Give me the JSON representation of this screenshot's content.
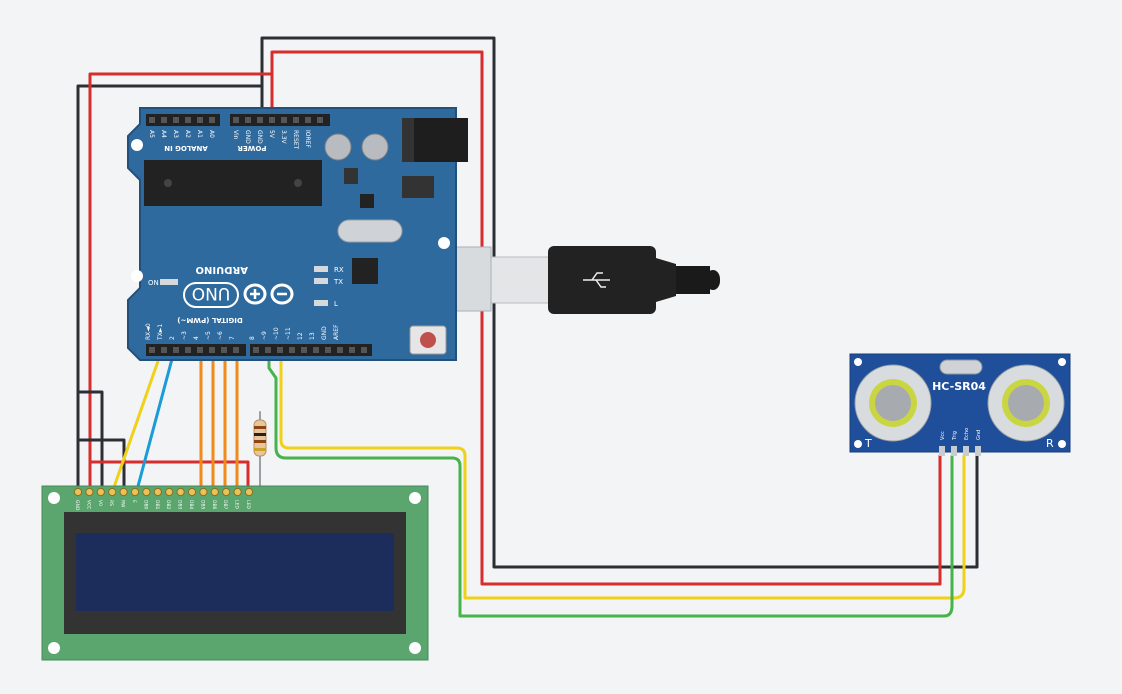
{
  "colors": {
    "background": "#f2f4f6",
    "board_blue": "#2f6a9f",
    "board_edge": "#23507a",
    "lcd_green": "#5aa66e",
    "lcd_screen": "#1c2d5b",
    "sensor_blue": "#1f4f9a",
    "wire_red": "#d62d2d",
    "wire_black": "#2b2f33",
    "wire_yellow": "#f0d11a",
    "wire_green": "#48b24b",
    "wire_blue": "#1b9bd7",
    "wire_orange": "#ef8a1b"
  },
  "arduino": {
    "brand": "ARDUINO",
    "model": "UNO",
    "on_label": "ON",
    "tx_label": "TX",
    "rx_label": "RX",
    "l_label": "L",
    "analog_header_label": "ANALOG IN",
    "power_header_label": "POWER",
    "digital_header_label": "DIGITAL (PWM~)",
    "analog_pins": [
      "A5",
      "A4",
      "A3",
      "A2",
      "A1",
      "A0"
    ],
    "power_pins": [
      "Vin",
      "GND",
      "GND",
      "5V",
      "3.3V",
      "RESET",
      "IOREF"
    ],
    "digital_pins": [
      "RX◄0",
      "TX►1",
      "2",
      "~3",
      "4",
      "~5",
      "~6",
      "7",
      "8",
      "~9",
      "~10",
      "~11",
      "12",
      "13",
      "GND",
      "AREF"
    ]
  },
  "sensor": {
    "model": "HC-SR04",
    "pins": [
      "Vcc",
      "Trig",
      "Echo",
      "Gnd"
    ],
    "t_label": "T",
    "r_label": "R"
  },
  "lcd": {
    "pins": [
      "GND",
      "VCC",
      "V0",
      "RS",
      "RW",
      "E",
      "DB0",
      "DB1",
      "DB2",
      "DB3",
      "DB4",
      "DB5",
      "DB6",
      "DB7",
      "LED",
      "LED"
    ]
  },
  "components": {
    "resistor": "resistor",
    "usb_cable": "usb-cable"
  }
}
